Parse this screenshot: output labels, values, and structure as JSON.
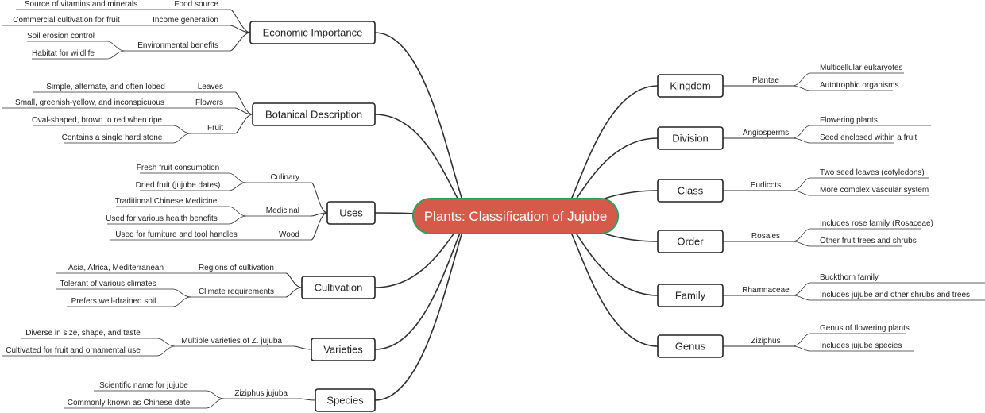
{
  "center": {
    "label": "Plants: Classification of Jujube",
    "fill": "#d65a4a",
    "border": "#2e9e5b"
  },
  "colors": {
    "line": "#2f2f2f",
    "text": "#222222"
  },
  "left_branches": [
    {
      "label": "Economic Importance",
      "subs": [
        {
          "label": "Food source",
          "leaves": [
            "Source of vitamins and minerals"
          ]
        },
        {
          "label": "Income generation",
          "leaves": [
            "Commercial cultivation for fruit"
          ]
        },
        {
          "label": "Environmental benefits",
          "leaves": [
            "Soil erosion control",
            "Habitat for wildlife"
          ]
        }
      ]
    },
    {
      "label": "Botanical Description",
      "subs": [
        {
          "label": "Leaves",
          "leaves": [
            "Simple, alternate, and often lobed"
          ]
        },
        {
          "label": "Flowers",
          "leaves": [
            "Small, greenish-yellow, and inconspicuous"
          ]
        },
        {
          "label": "Fruit",
          "leaves": [
            "Oval-shaped, brown to red when ripe",
            "Contains a single hard stone"
          ]
        }
      ]
    },
    {
      "label": "Uses",
      "subs": [
        {
          "label": "Culinary",
          "leaves": [
            "Fresh fruit consumption",
            "Dried fruit (jujube dates)"
          ]
        },
        {
          "label": "Medicinal",
          "leaves": [
            "Traditional Chinese Medicine",
            "Used for various health benefits"
          ]
        },
        {
          "label": "Wood",
          "leaves": [
            "Used for furniture and tool handles"
          ]
        }
      ]
    },
    {
      "label": "Cultivation",
      "subs": [
        {
          "label": "Regions of cultivation",
          "leaves": [
            "Asia, Africa, Mediterranean"
          ]
        },
        {
          "label": "Climate requirements",
          "leaves": [
            "Tolerant of various climates",
            "Prefers well-drained soil"
          ]
        }
      ]
    },
    {
      "label": "Varieties",
      "subs": [
        {
          "label": "Multiple varieties of Z. jujuba",
          "leaves": [
            "Diverse in size, shape, and taste",
            "Cultivated for fruit and ornamental use"
          ]
        }
      ]
    },
    {
      "label": "Species",
      "subs": [
        {
          "label": "Ziziphus jujuba",
          "leaves": [
            "Scientific name for jujube",
            "Commonly known as Chinese date"
          ]
        }
      ]
    }
  ],
  "right_branches": [
    {
      "label": "Kingdom",
      "subs": [
        {
          "label": "Plantae",
          "leaves": [
            "Multicellular eukaryotes",
            "Autotrophic organisms"
          ]
        }
      ]
    },
    {
      "label": "Division",
      "subs": [
        {
          "label": "Angiosperms",
          "leaves": [
            "Flowering plants",
            "Seed enclosed within a fruit"
          ]
        }
      ]
    },
    {
      "label": "Class",
      "subs": [
        {
          "label": "Eudicots",
          "leaves": [
            "Two seed leaves (cotyledons)",
            "More complex vascular system"
          ]
        }
      ]
    },
    {
      "label": "Order",
      "subs": [
        {
          "label": "Rosales",
          "leaves": [
            "Includes rose family (Rosaceae)",
            "Other fruit trees and shrubs"
          ]
        }
      ]
    },
    {
      "label": "Family",
      "subs": [
        {
          "label": "Rhamnaceae",
          "leaves": [
            "Buckthorn family",
            "Includes jujube and other shrubs and trees"
          ]
        }
      ]
    },
    {
      "label": "Genus",
      "subs": [
        {
          "label": "Ziziphus",
          "leaves": [
            "Genus of flowering plants",
            "Includes jujube species"
          ]
        }
      ]
    }
  ]
}
